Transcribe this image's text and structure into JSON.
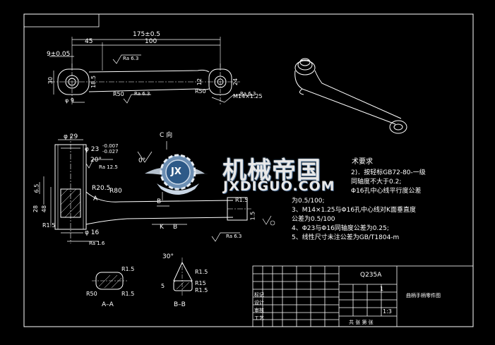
{
  "drawing": {
    "dims_top": {
      "overall": "175±0.5",
      "d45": "45",
      "d100": "100",
      "d9": "9±0.05",
      "d30": "30",
      "d185": "18.5",
      "dphi9": "φ 9",
      "r50a": "R50",
      "r50b": "R50",
      "ra63a": "Ra 6.3",
      "ra63b": "Ra 6.3",
      "ra63c": "Ra 6.3",
      "d12": "12",
      "d24": "24",
      "m14": "M14×1.25"
    },
    "dims_side": {
      "phi29": "φ 29",
      "phi23": "φ 23",
      "tol23a": "-0.007",
      "tol23b": "-0.027",
      "angle20": "20°",
      "ra125": "Ra 12.5",
      "r205": "R20.5",
      "r80": "R80",
      "d65": "6.5",
      "d28": "28",
      "d48": "48",
      "r15a": "R1.5",
      "r15b": "R1.5",
      "phi16": "φ 16",
      "ra16": "Ra 1.6",
      "ra63": "Ra 6.3",
      "d15": "1.5",
      "b1": "B",
      "b2": "B",
      "k": "K",
      "a": "A",
      "angle0": "0°",
      "cdir": "C 向"
    },
    "section_aa": {
      "label": "A–A",
      "r15a": "R1.5",
      "r15b": "R1.5",
      "r50": "R50"
    },
    "section_bb": {
      "label": "B–B",
      "angle30": "30°",
      "r15": "R1.5",
      "r15b": "R15",
      "r15c": "R1.5",
      "d5": "5"
    },
    "requirements": {
      "title": "术要求",
      "lines": [
        "2)．按轻标GB72-80-一级",
        "同轴度不大于0.2;",
        "Φ16孔中心线平行度公差",
        "为0.5/100;",
        "3、M14×1.25与Φ16孔中心线对K面垂直度",
        "公差为0.5/100",
        "4、Φ23与Φ16同轴度公差为0.25;",
        "5、线性尺寸未注公差为GB/T1804-m"
      ]
    }
  },
  "title_block": {
    "material": "Q235A",
    "qty": "1",
    "scale": "1:3",
    "company": "曲柄手柄零件图",
    "small1": "标记",
    "small2": "设计",
    "small3": "审核",
    "small4": "工艺",
    "small5": "共 张 第 张"
  },
  "watermark": {
    "cn": "机械帝国",
    "en": "JXDIGUO.COM",
    "badge": "JX"
  }
}
